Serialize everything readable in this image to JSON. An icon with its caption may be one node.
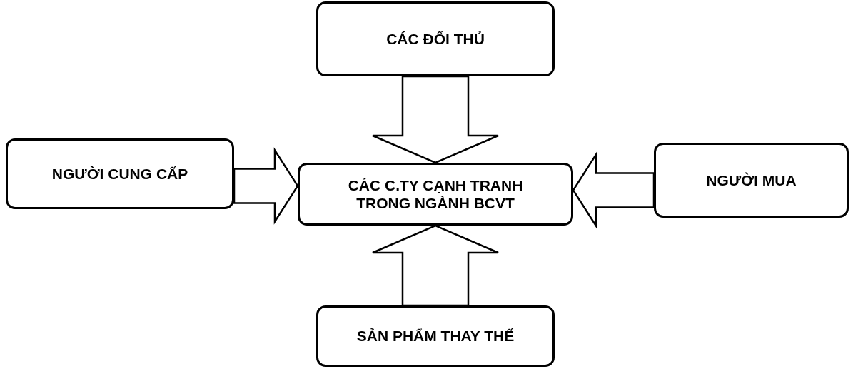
{
  "diagram": {
    "nodes": [
      {
        "text": [
          "CÁC ĐỐI THỦ"
        ]
      },
      {
        "text": [
          "NGƯỜI CUNG CẤP"
        ]
      },
      {
        "text": [
          "CÁC C.TY CẠNH TRANH TRONG NGÀNH BCVT"
        ]
      },
      {
        "text": [
          "NGƯỜI MUA"
        ]
      },
      {
        "text": [
          "SẢN PHẨM THAY THẾ"
        ]
      }
    ],
    "edges": [
      {
        "from": 0,
        "to": 2,
        "arrow": "to"
      },
      {
        "from": 1,
        "to": 2,
        "arrow": "to"
      },
      {
        "from": 3,
        "to": 2,
        "arrow": "to"
      },
      {
        "from": 4,
        "to": 2,
        "arrow": "to"
      }
    ]
  }
}
